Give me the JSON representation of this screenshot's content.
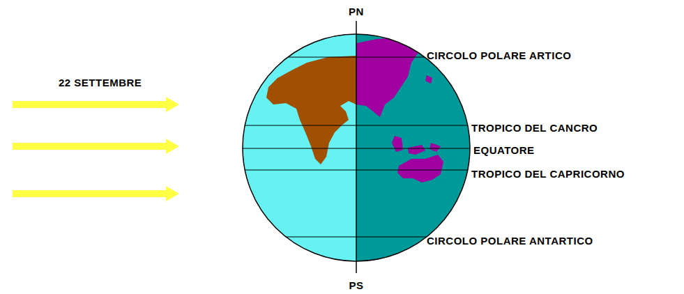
{
  "diagram": {
    "labels": [
      "PN",
      "22 SETTEMBRE",
      "CIRCOLO POLARE ARTICO",
      "TROPICO DEL CANCRO",
      "EQUATORE",
      "TROPICO DEL CAPRICORNO",
      "CIRCOLO POLARE ANTARTICO",
      "PS"
    ]
  }
}
